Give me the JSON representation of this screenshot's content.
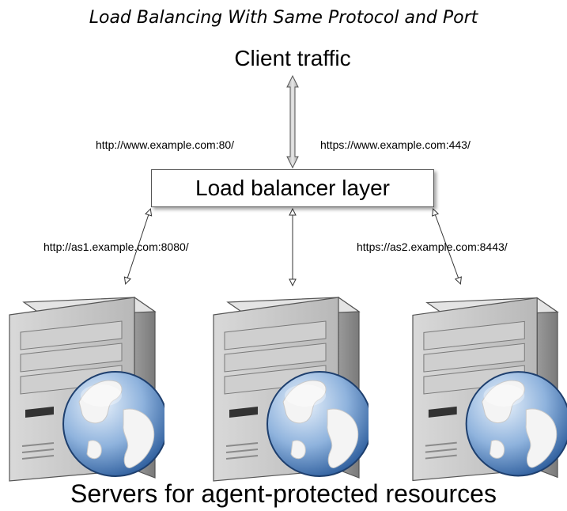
{
  "diagram": {
    "title": "Load Balancing With Same Protocol and Port",
    "client_label": "Client traffic",
    "balancer_label": "Load balancer layer",
    "front_urls": {
      "left": "http://www.example.com:80/",
      "right": "https://www.example.com:443/"
    },
    "backend_urls": {
      "left": "http://as1.example.com:8080/",
      "right": "https://as2.example.com:8443/"
    },
    "servers_caption": "Servers for agent-protected resources",
    "servers": [
      {
        "icon": "web-server-icon"
      },
      {
        "icon": "web-server-icon"
      },
      {
        "icon": "web-server-icon"
      }
    ]
  }
}
